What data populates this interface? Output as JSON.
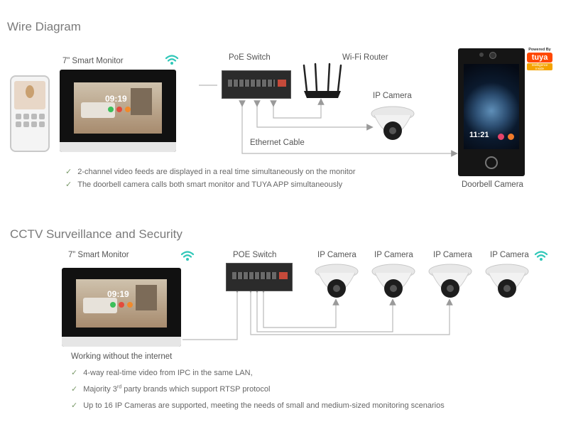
{
  "section1": {
    "title": "Wire Diagram",
    "labels": {
      "monitor": "7” Smart Monitor",
      "poe_switch": "PoE Switch",
      "router": "Wi-Fi Router",
      "ip_camera": "IP Camera",
      "ethernet": "Ethernet Cable",
      "doorbell": "Doorbell Camera"
    },
    "monitor_screen_time": "09:19",
    "doorbell_time": "11:21",
    "tuya_badge": {
      "top": "Powered By",
      "brand": "tuya",
      "bottom": "Intelligence Inside"
    },
    "bullets": [
      "2-channel video feeds are displayed in a real time simultaneously on the monitor",
      "The doorbell camera calls both smart monitor and TUYA APP simultaneously"
    ]
  },
  "section2": {
    "title": "CCTV Surveillance and Security",
    "labels": {
      "monitor": "7” Smart Monitor",
      "poe_switch": "POE Switch",
      "cameras": [
        "IP Camera",
        "IP Camera",
        "IP Camera",
        "IP Camera"
      ]
    },
    "monitor_screen_time": "09:19",
    "working_note": "Working without the internet",
    "bullets": [
      {
        "text": "4-way real-time video from IPC in the same LAN,"
      },
      {
        "text_before": "Majority 3",
        "sup": "rd",
        "text_after": " party brands which support RTSP protocol"
      },
      {
        "text": "Up to 16 IP Cameras are supported, meeting the needs of small and medium-sized monitoring scenarios"
      }
    ]
  },
  "colors": {
    "wifi": "#2fc7b8",
    "line": "#b5b5b5",
    "arrow": "#9a9a9a",
    "tuya": "#ff4800"
  }
}
